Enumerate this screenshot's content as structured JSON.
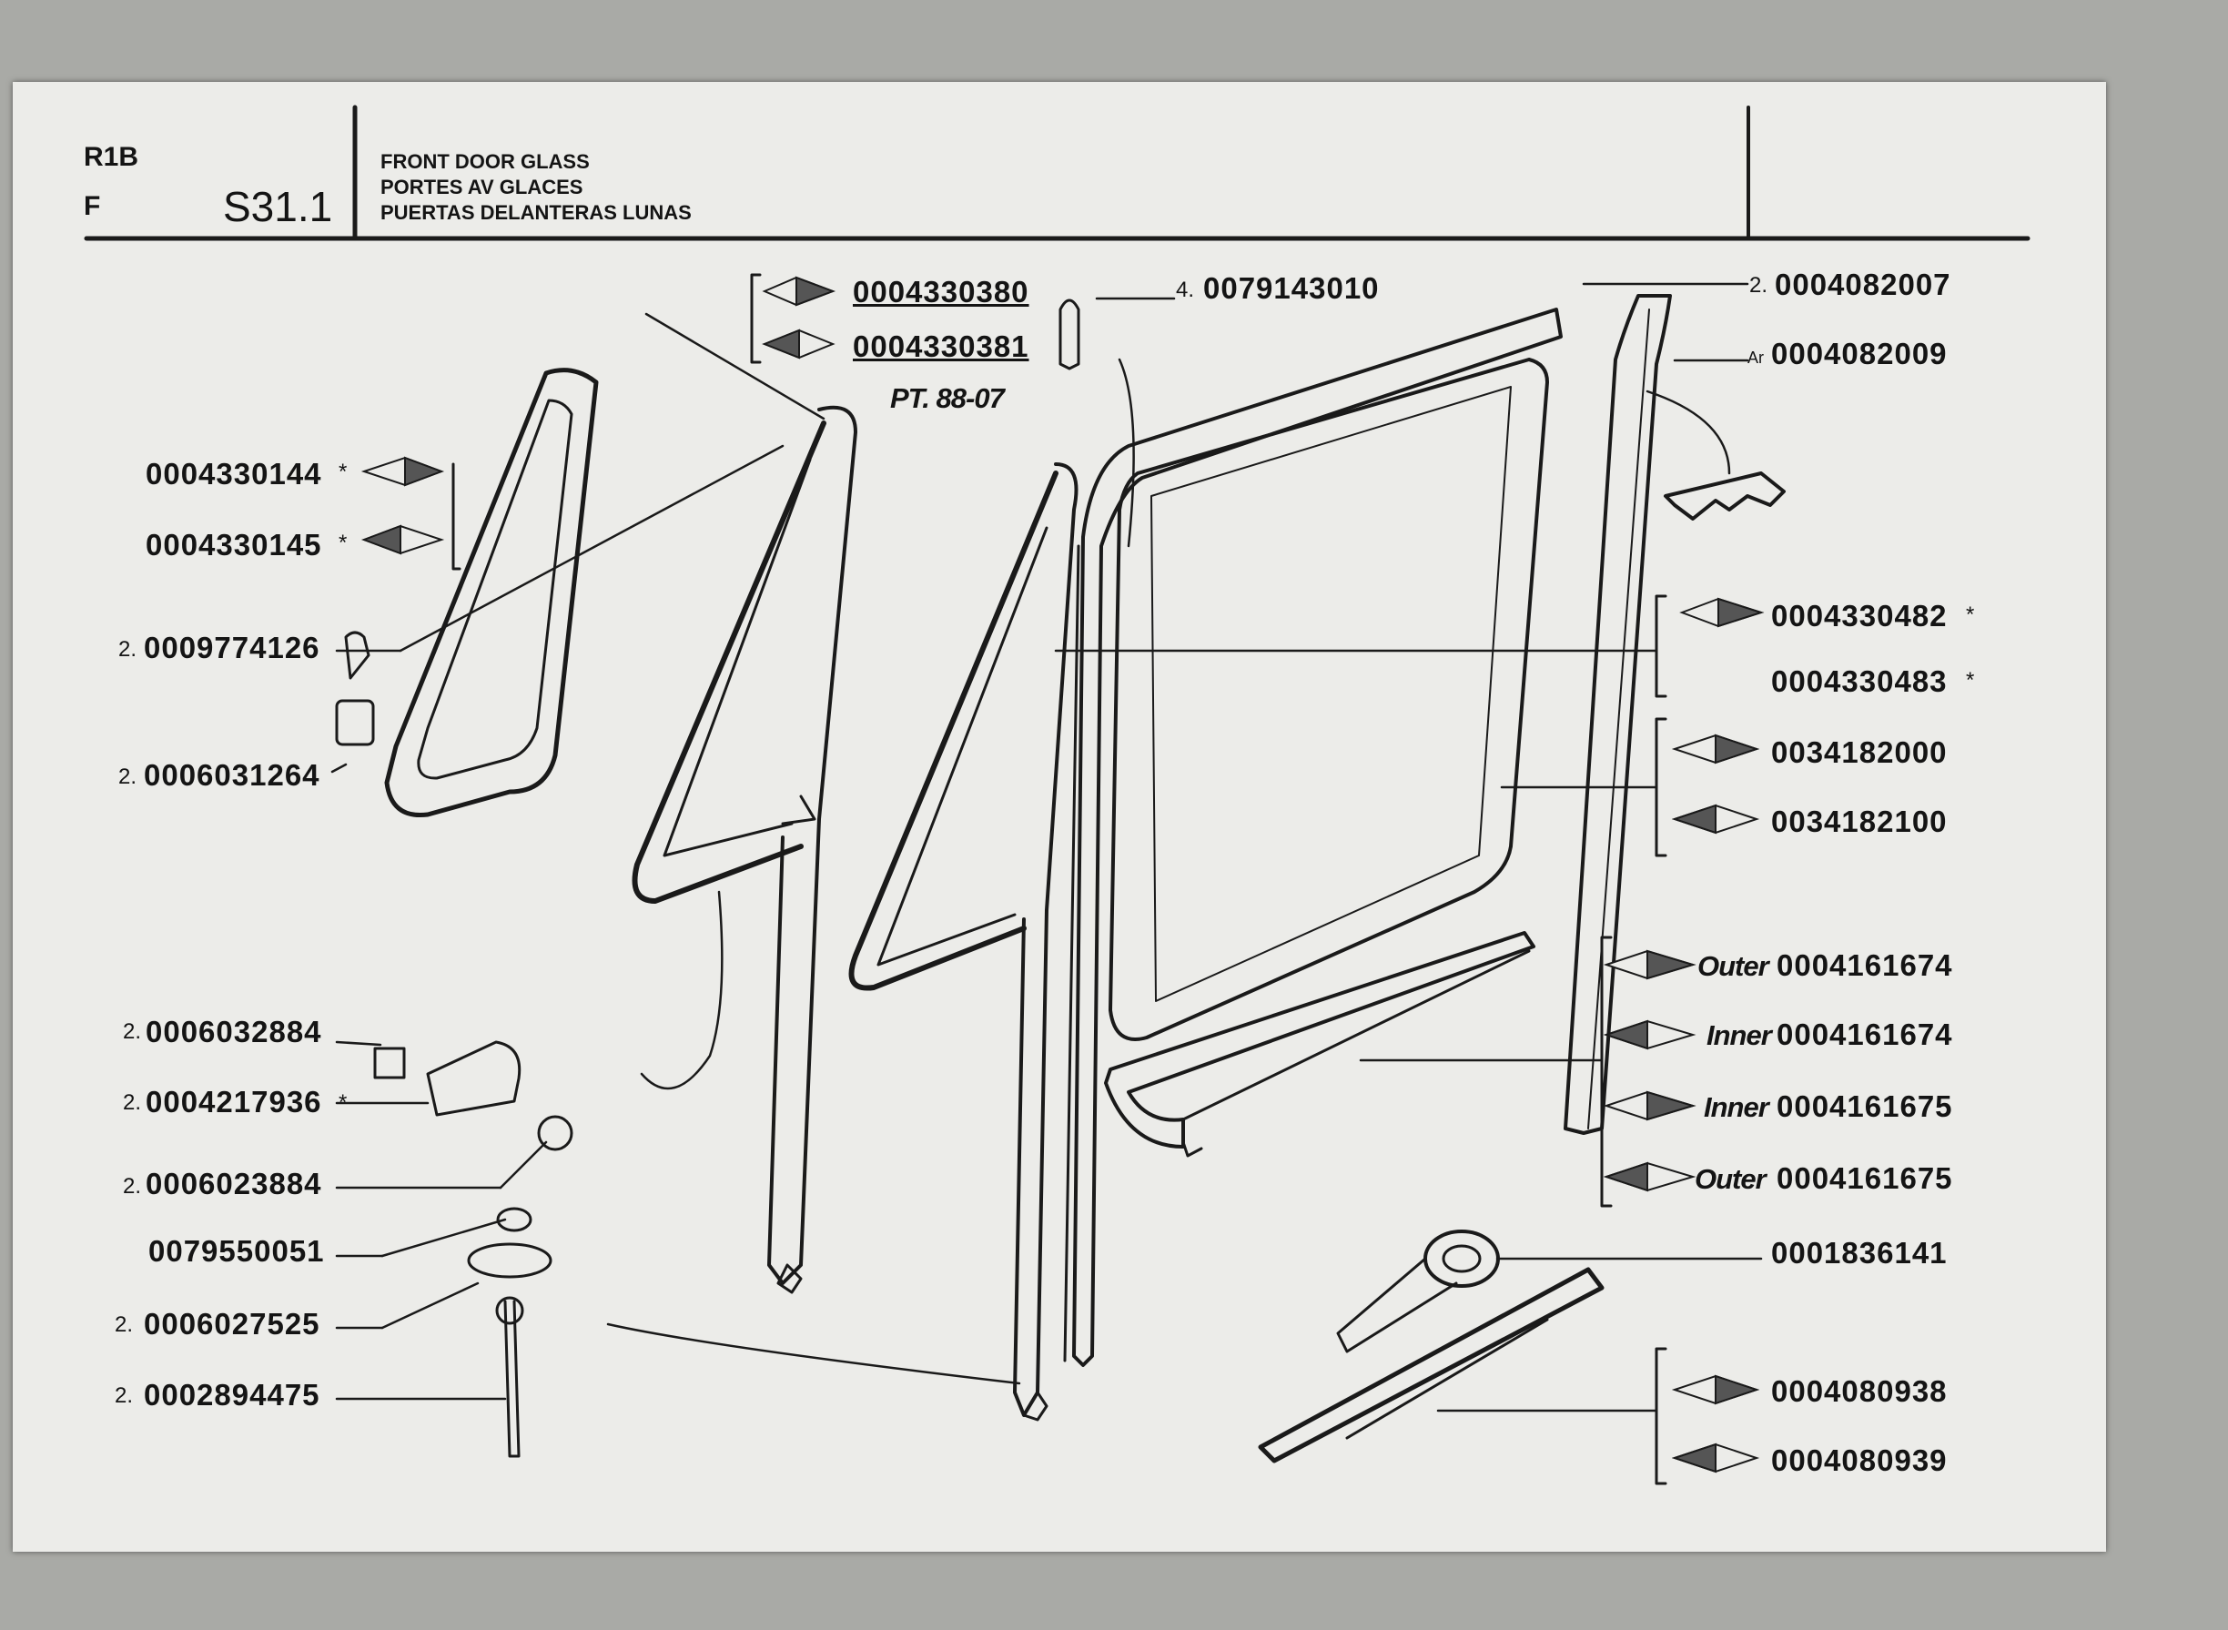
{
  "header": {
    "model": "R1B",
    "market": "F",
    "section": "S31.1",
    "title_en": "FRONT DOOR GLASS",
    "title_fr": "PORTES AV GLACES",
    "title_es": "PUERTAS DELANTERAS LUNAS"
  },
  "reference": "PT. 88-07",
  "parts": {
    "vent_frame_right": "0004330380",
    "vent_frame_left": "0004330381",
    "rivet_qty": "4.",
    "rivet": "0079143010",
    "run_channel_qty": "2.",
    "run_channel": "0004082007",
    "run_channel_alt_qty": "Ar",
    "run_channel_alt": "0004082009",
    "vent_glass_right": "0004330144",
    "vent_glass_left": "0004330145",
    "screw_qty": "2.",
    "screw": "0009774126",
    "clip_qty": "2.",
    "clip": "0006031264",
    "door_glass_right": "0004330482",
    "door_glass_left": "0004330483",
    "division_bar_right": "0034182000",
    "division_bar_left": "0034182100",
    "weatherstrip_1_label": "Outer",
    "weatherstrip_1": "0004161674",
    "weatherstrip_2_label": "Inner",
    "weatherstrip_2": "0004161674",
    "weatherstrip_3_label": "Inner",
    "weatherstrip_3": "0004161675",
    "weatherstrip_4_label": "Outer",
    "weatherstrip_4": "0004161675",
    "nut_plate_qty": "2.",
    "nut_plate": "0006032884",
    "bracket_qty": "2.",
    "bracket": "0004217936",
    "bolt_qty": "2.",
    "bolt": "0006023884",
    "nut": "0079550051",
    "washer_qty": "2.",
    "washer": "0006027525",
    "stud_qty": "2.",
    "stud": "0002894475",
    "tape": "0001836141",
    "sill_strip_right": "0004080938",
    "sill_strip_left": "0004080939",
    "asterisk": "*"
  },
  "colors": {
    "paper": "#ecece9",
    "background": "#a9aaa6",
    "ink": "#141414"
  }
}
